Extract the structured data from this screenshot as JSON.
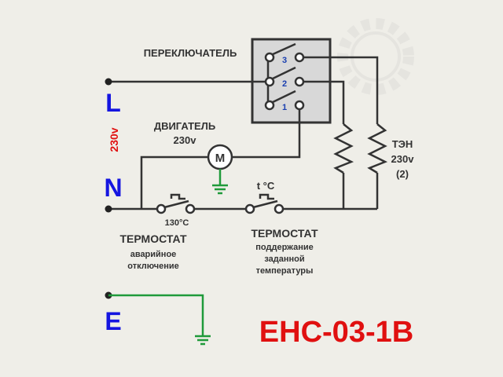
{
  "terminals": {
    "L": "L",
    "N": "N",
    "E": "E",
    "voltage": "230v"
  },
  "switch": {
    "label": "ПЕРЕКЛЮЧАТЕЛЬ",
    "positions": [
      "1",
      "2",
      "3"
    ]
  },
  "motor": {
    "label": "ДВИГАТЕЛЬ",
    "voltage": "230v",
    "symbol": "M"
  },
  "heater": {
    "label": "ТЭН",
    "voltage": "230v",
    "count": "(2)"
  },
  "thermostat_safety": {
    "temp": "130°C",
    "title": "ТЕРМОСТАТ",
    "line1": "аварийное",
    "line2": "отключение"
  },
  "thermostat_control": {
    "temp": "t °C",
    "title": "ТЕРМОСТАТ",
    "line1": "поддержание",
    "line2": "заданной",
    "line3": "температуры"
  },
  "model": "ЕНС-03-1В",
  "colors": {
    "background": "#efeee8",
    "terminal_label": "#1515e0",
    "voltage": "#e01010",
    "model": "#e01010",
    "ground": "#1f9a3a"
  }
}
